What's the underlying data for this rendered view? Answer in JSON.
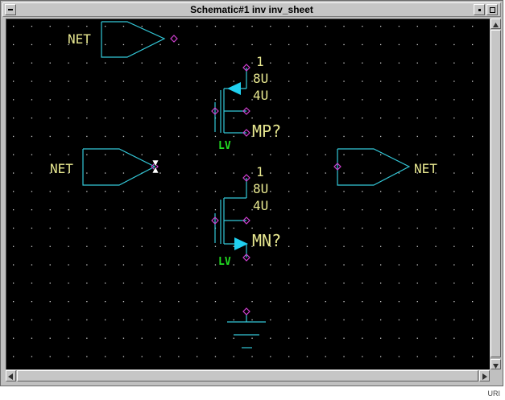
{
  "window": {
    "title": "Schematic#1 inv inv_sheet"
  },
  "status": {
    "label": "URI"
  },
  "schematic": {
    "net_label_left_top": "NET",
    "net_label_left_mid": "NET",
    "net_label_right": "NET",
    "pmos": {
      "multiplier": "1",
      "width": "8U",
      "length": "4U",
      "ref": "MP?",
      "voltage": "LV"
    },
    "nmos": {
      "multiplier": "1",
      "width": "8U",
      "length": "4U",
      "ref": "MN?",
      "voltage": "LV"
    }
  },
  "colors": {
    "canvas_bg": "#000000",
    "wire": "#33c8d8",
    "label": "#e8e890",
    "pin": "#d040d0",
    "grid_dot": "#cfcfcf",
    "voltage_tag": "#22dd22",
    "arrow_fill": "#20d0f0"
  },
  "icons": [
    "maximize-icon",
    "minimize-icon",
    "scroll-up-icon",
    "scroll-down-icon",
    "scroll-left-icon",
    "scroll-right-icon",
    "cursor-icon"
  ]
}
